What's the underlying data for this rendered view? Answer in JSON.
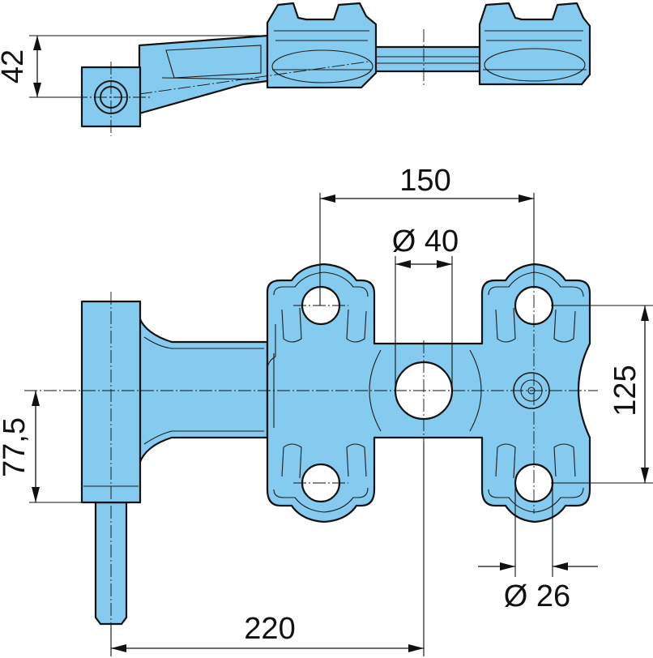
{
  "colors": {
    "part_fill": "#85cbef",
    "line": "#111111"
  },
  "dimensions": {
    "height_42": "42",
    "width_150": "150",
    "bore_40": "Ø 40",
    "offset_77_5": "77,5",
    "height_125": "125",
    "hole_26": "Ø 26",
    "length_220": "220"
  }
}
